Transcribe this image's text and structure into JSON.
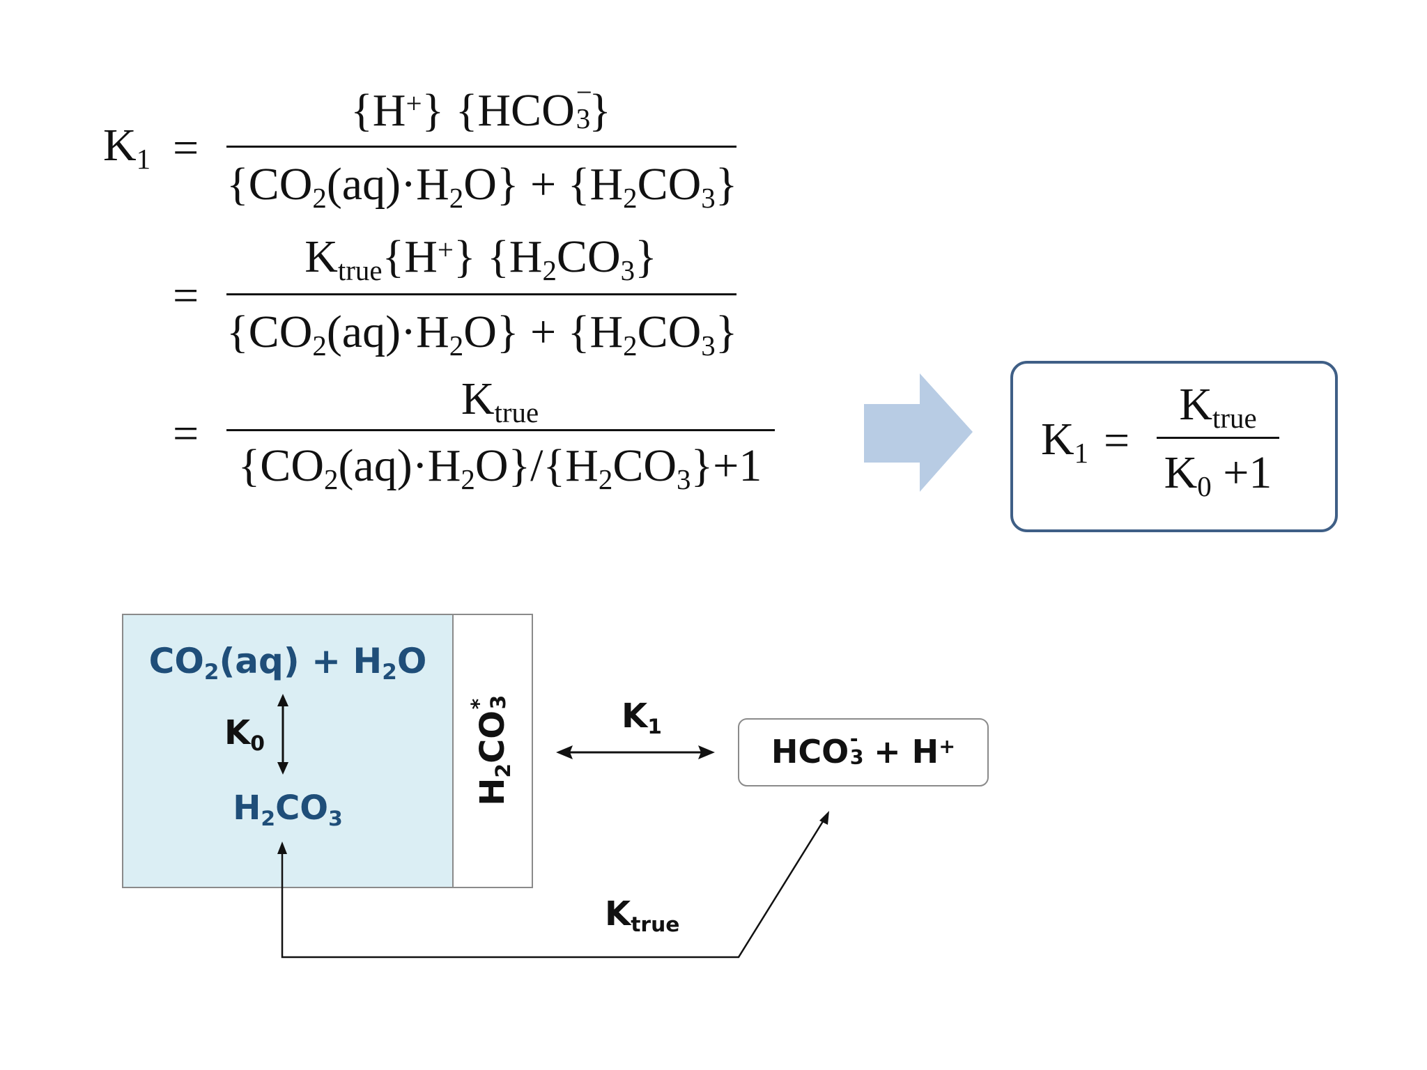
{
  "equations": {
    "k1_lhs": "K",
    "k1_lhs_sub": "1",
    "eq_sign": "=",
    "line1_num": {
      "brace_open": "{",
      "h": "H",
      "h_sup": "+",
      "brace_close": "}",
      "hco": "{HCO",
      "hco_sub": "3",
      "hco_sup": "−",
      "hco_close": "}"
    },
    "denominator": {
      "co2": "{CO",
      "co2_sub": "2",
      "aq": "(aq)",
      "dot": "·",
      "h2o_h": "H",
      "h2o_sub": "2",
      "h2o_o": "O}",
      "plus": "+",
      "h2co3_h": "{H",
      "h2co3_sub1": "2",
      "h2co3_co": "CO",
      "h2co3_sub2": "3",
      "h2co3_close": "}"
    },
    "line2_num": {
      "k": "K",
      "k_sub": "true",
      "h": "{H",
      "h_sup": "+",
      "h_close": "}",
      "h2co3_h": "{H",
      "h2co3_sub1": "2",
      "h2co3_co": "CO",
      "h2co3_sub2": "3",
      "h2co3_close": "}"
    },
    "line3_num": {
      "k": "K",
      "k_sub": "true"
    },
    "line3_den": {
      "co2": "{CO",
      "co2_sub": "2",
      "aq": "(aq)",
      "dot": "·",
      "h2o_h": "H",
      "h2o_sub": "2",
      "h2o_o": "O}",
      "slash": "/",
      "h2co3_h": "{H",
      "h2co3_sub1": "2",
      "h2co3_co": "CO",
      "h2co3_sub2": "3",
      "h2co3_close": "}",
      "plus_one": "+1"
    }
  },
  "result_box": {
    "lhs": "K",
    "lhs_sub": "1",
    "eq": "=",
    "num": "K",
    "num_sub": "true",
    "den": "K",
    "den_sub": "0",
    "den_plus": "+1",
    "border_color": "#3f5f86"
  },
  "arrow_color": "#b8cce4",
  "diagram": {
    "box_fill": "#dbeef4",
    "box_border": "#8a8a8a",
    "species_color": "#1f4e79",
    "co2_label": {
      "a": "CO",
      "a_sub": "2",
      "b": "(aq) + H",
      "b_sub": "2",
      "c": "O"
    },
    "k0_label": {
      "k": "K",
      "k_sub": "0"
    },
    "h2co3_label": {
      "a": "H",
      "a_sub": "2",
      "b": "CO",
      "b_sub": "3"
    },
    "h2co3_star": {
      "a": "H",
      "a_sub": "2",
      "b": "CO",
      "b_sub": "3",
      "star": "*"
    },
    "k1_label": {
      "k": "K",
      "k_sub": "1"
    },
    "product_label": {
      "a": "HCO",
      "a_sub": "3",
      "a_sup": "-",
      "b": " + H",
      "b_sup": "+"
    },
    "ktrue_label": {
      "k": "K",
      "k_sub": "true"
    }
  }
}
